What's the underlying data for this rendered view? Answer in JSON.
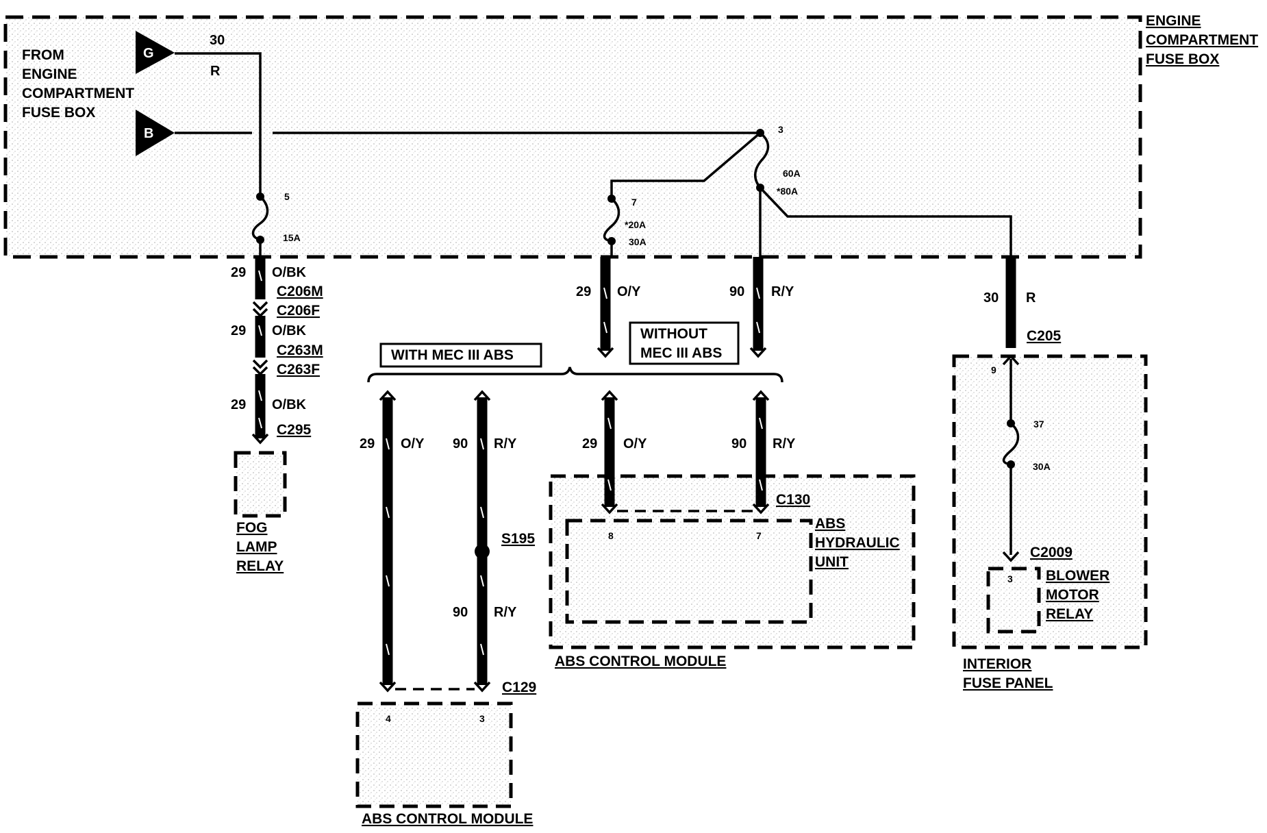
{
  "fuse_box": {
    "title_lines": [
      "ENGINE",
      "COMPARTMENT",
      "FUSE BOX"
    ],
    "from_lines": [
      "FROM",
      "ENGINE",
      "COMPARTMENT",
      "FUSE BOX"
    ],
    "input_g": {
      "letter": "G",
      "circuit": "30",
      "color": "R"
    },
    "input_b": {
      "letter": "B"
    },
    "fuse5": {
      "num": "5",
      "rating": "15A"
    },
    "fuse3": {
      "num": "3",
      "rating": "60A",
      "rating_alt": "*80A"
    },
    "fuse7": {
      "num": "7",
      "rating_alt": "*20A",
      "rating": "30A"
    }
  },
  "fog_branch": {
    "segments": [
      {
        "circuit": "29",
        "color": "O/BK"
      },
      {
        "circuit": "29",
        "color": "O/BK"
      },
      {
        "circuit": "29",
        "color": "O/BK"
      }
    ],
    "connectors": [
      "C206M",
      "C206F",
      "C263M",
      "C263F",
      "C295"
    ],
    "relay_lines": [
      "FOG",
      "LAMP",
      "RELAY"
    ]
  },
  "abs_branch": {
    "upper_left": {
      "circuit": "29",
      "color": "O/Y"
    },
    "upper_right": {
      "circuit": "90",
      "color": "R/Y"
    },
    "with_label": "WITH MEC III ABS",
    "without_lines": [
      "WITHOUT",
      "MEC III ABS"
    ],
    "with_left": {
      "circuit": "29",
      "color": "O/Y"
    },
    "with_right_top": {
      "circuit": "90",
      "color": "R/Y"
    },
    "splice": "S195",
    "with_right_bottom": {
      "circuit": "90",
      "color": "R/Y"
    },
    "connector_c129": "C129",
    "module_pins": [
      "4",
      "3"
    ],
    "module_label": "ABS CONTROL MODULE",
    "without_left": {
      "circuit": "29",
      "color": "O/Y"
    },
    "without_right": {
      "circuit": "90",
      "color": "R/Y"
    },
    "connector_c130": "C130",
    "hydraulic_lines": [
      "ABS",
      "HYDRAULIC",
      "UNIT"
    ],
    "hydraulic_pins": [
      "8",
      "7"
    ],
    "module2_label": "ABS CONTROL MODULE"
  },
  "blower_branch": {
    "wire": {
      "circuit": "30",
      "color": "R"
    },
    "connector_c205": "C205",
    "pin_9": "9",
    "fuse": {
      "num": "37",
      "rating": "30A"
    },
    "connector_c2009": "C2009",
    "relay_pin": "3",
    "relay_lines": [
      "BLOWER",
      "MOTOR",
      "RELAY"
    ],
    "panel_lines": [
      "INTERIOR",
      "FUSE PANEL"
    ]
  }
}
